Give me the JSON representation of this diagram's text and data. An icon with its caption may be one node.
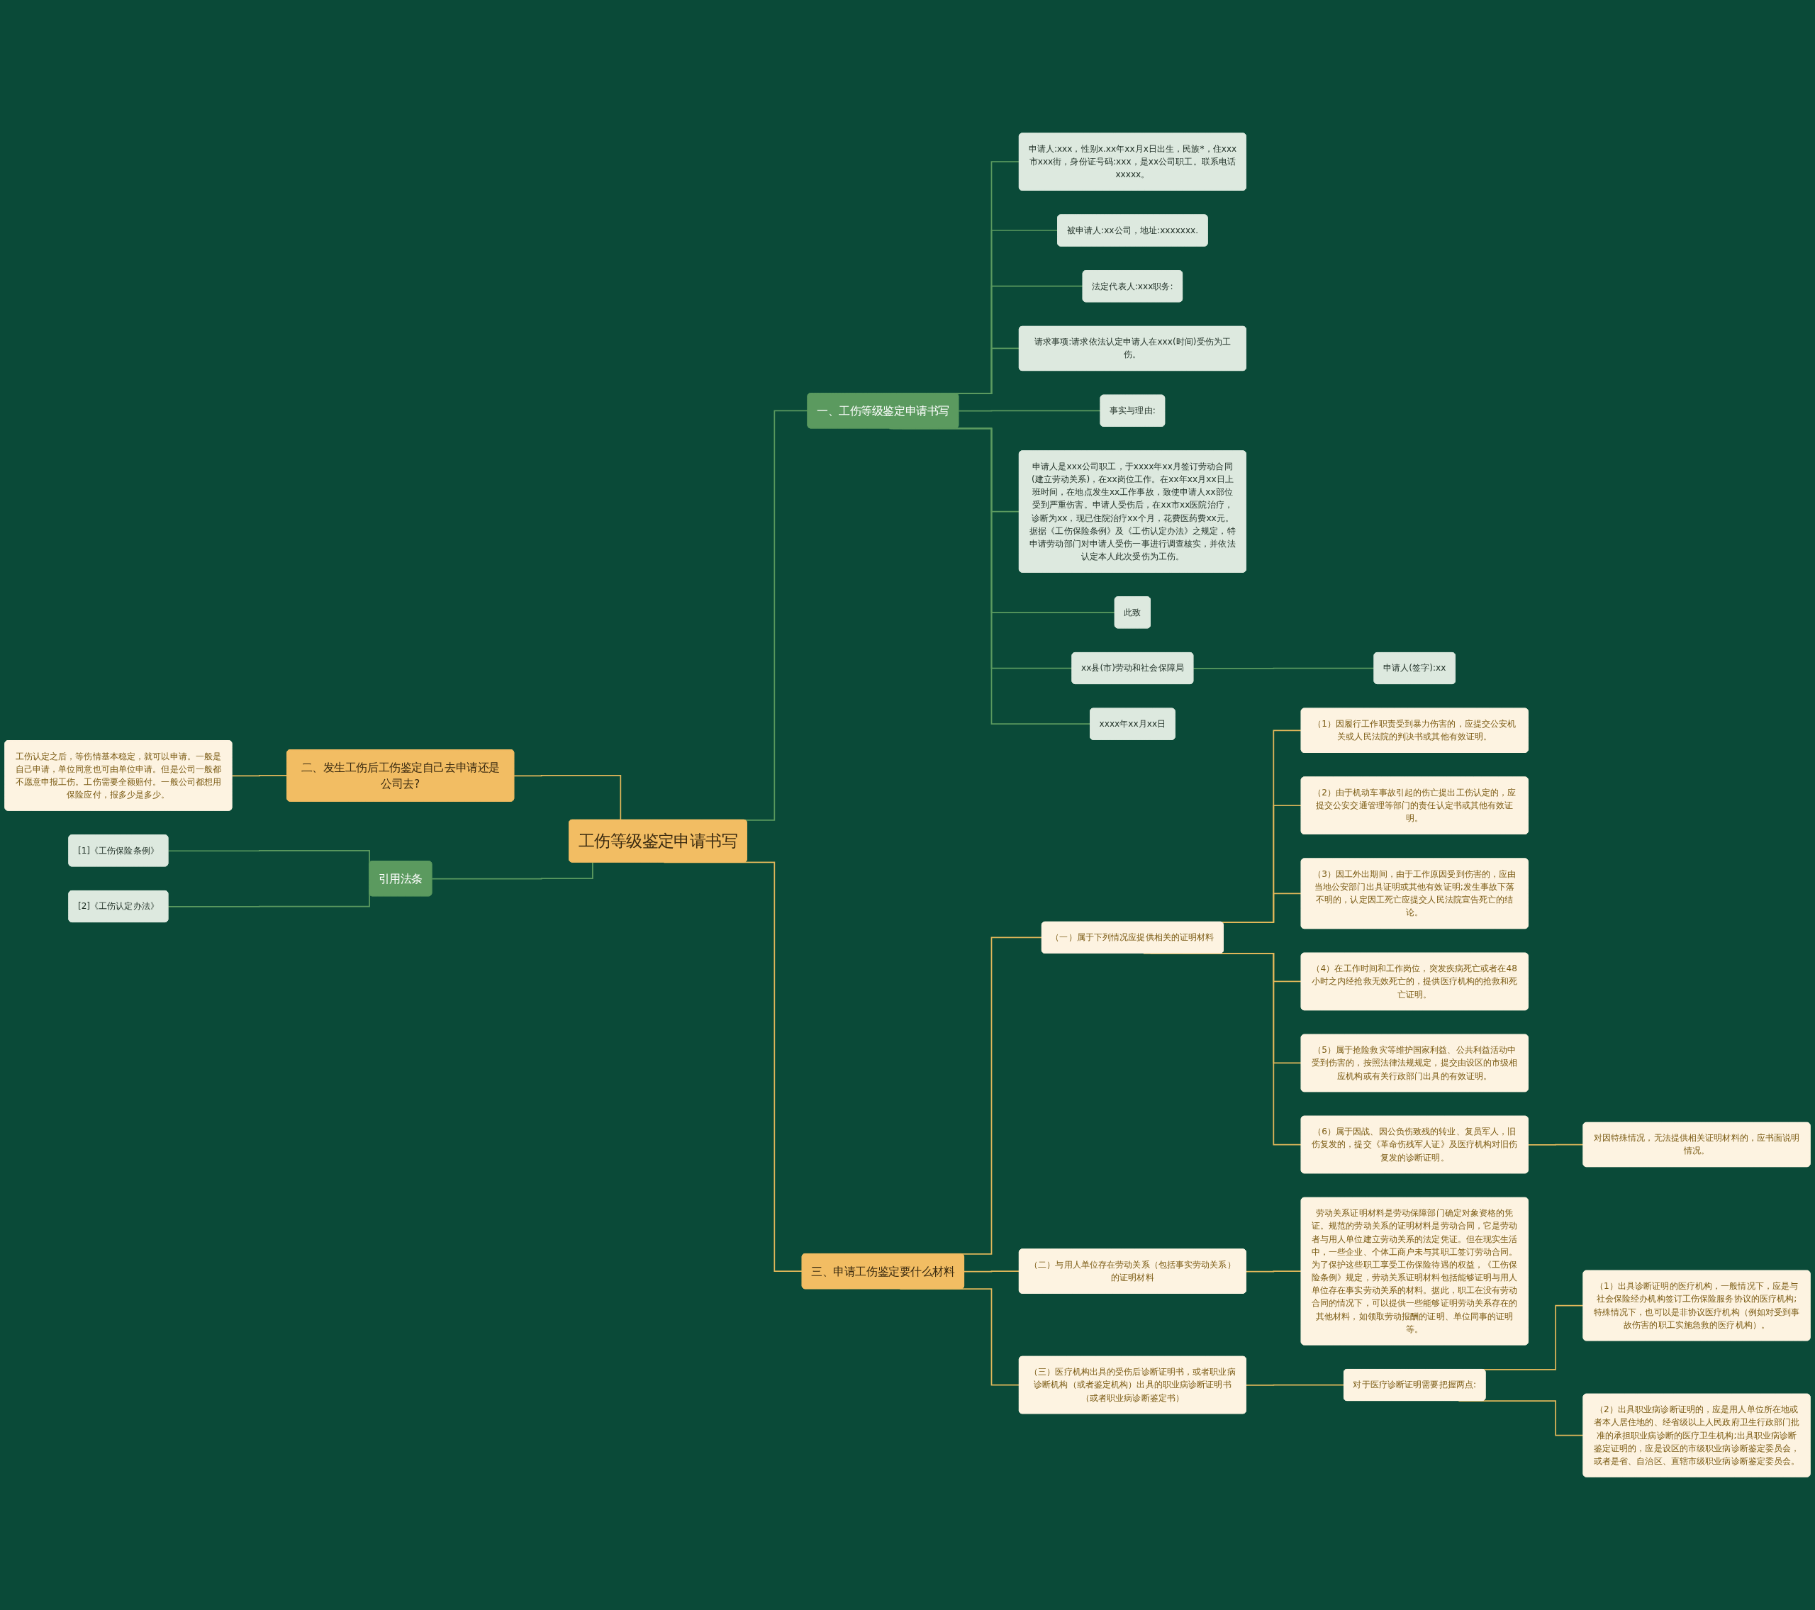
{
  "diagram": {
    "nodes": [
      {
        "text": [
          "工伤等级鉴定申请书写"
        ]
      },
      {
        "text": [
          "一、工伤等级鉴定申请书写"
        ]
      },
      {
        "text": [
          "申请人:xxx，性别x.xx年xx月x日出生，民族*，住xxx市xxx街，身份证号码:xxx，是xx公司职工。联系电话xxxxx。"
        ]
      },
      {
        "text": [
          "被申请人:xx公司，地址:xxxxxxx."
        ]
      },
      {
        "text": [
          "法定代表人:xxx职务:"
        ]
      },
      {
        "text": [
          "请求事项:请求依法认定申请人在xxx(时间)受伤为工伤。"
        ]
      },
      {
        "text": [
          "事实与理由:"
        ]
      },
      {
        "text": [
          "申请人是xxx公司职工，于xxxx年xx月签订劳动合同(建立劳动关系)，在xx岗位工作。在xx年xx月xx日上班时间，在地点发生xx工作事故，致使申请人xx部位受到严重伤害。申请人受伤后，在xx市xx医院治疗，诊断为xx，现已住院治疗xx个月，花费医药费xx元。据据《工伤保险条例》及《工伤认定办法》之规定，特申请劳动部门对申请人受伤一事进行调查核实，并依法认定本人此次受伤为工伤。"
        ]
      },
      {
        "text": [
          "此致"
        ]
      },
      {
        "text": [
          "xx县(市)劳动和社会保障局"
        ]
      },
      {
        "text": [
          "申请人(签字):xx"
        ]
      },
      {
        "text": [
          "xxxx年xx月xx日"
        ]
      },
      {
        "text": [
          "二、发生工伤后工伤鉴定自己去申请还是公司去?"
        ]
      },
      {
        "text": [
          "工伤认定之后，等伤情基本稳定，就可以申请。一般是自己申请，单位同意也可由单位申请。但是公司一般都不愿意申报工伤。工伤需要全额赔付。一般公司都想用保险应付，报多少是多少。"
        ]
      },
      {
        "text": [
          "引用法条"
        ]
      },
      {
        "text": [
          "[1]《工伤保险条例》"
        ]
      },
      {
        "text": [
          "[2]《工伤认定办法》"
        ]
      },
      {
        "text": [
          "三、申请工伤鉴定要什么材料"
        ]
      },
      {
        "text": [
          "（一）属于下列情况应提供相关的证明材料"
        ]
      },
      {
        "text": [
          "（1）因履行工作职责受到暴力伤害的，应提交公安机关或人民法院的判决书或其他有效证明。"
        ]
      },
      {
        "text": [
          "（2）由于机动车事故引起的伤亡提出工伤认定的，应提交公安交通管理等部门的责任认定书或其他有效证明。"
        ]
      },
      {
        "text": [
          "（3）因工外出期间，由于工作原因受到伤害的，应由当地公安部门出具证明或其他有效证明;发生事故下落不明的，认定因工死亡应提交人民法院宣告死亡的结论。"
        ]
      },
      {
        "text": [
          "（4）在工作时间和工作岗位，突发疾病死亡或者在48小时之内经抢救无效死亡的，提供医疗机构的抢救和死亡证明。"
        ]
      },
      {
        "text": [
          "（5）属于抢险救灾等维护国家利益、公共利益活动中受到伤害的，按照法律法规规定，提交由设区的市级相应机构或有关行政部门出具的有效证明。"
        ]
      },
      {
        "text": [
          "（6）属于因战、因公负伤致残的转业、复员军人，旧伤复发的，提交《革命伤残军人证》及医疗机构对旧伤复发的诊断证明。"
        ]
      },
      {
        "text": [
          "对因特殊情况，无法提供相关证明材料的，应书面说明情况。"
        ]
      },
      {
        "text": [
          "（二）与用人单位存在劳动关系（包括事实劳动关系）的证明材料"
        ]
      },
      {
        "text": [
          "劳动关系证明材料是劳动保障部门确定对象资格的凭证。规范的劳动关系的证明材料是劳动合同，它是劳动者与用人单位建立劳动关系的法定凭证。但在现实生活中，一些企业、个体工商户未与其职工签订劳动合同。为了保护这些职工享受工伤保险待遇的权益，《工伤保险条例》规定，劳动关系证明材料包括能够证明与用人单位存在事实劳动关系的材料。据此，职工在没有劳动合同的情况下，可以提供一些能够证明劳动关系存在的其他材料，如领取劳动报酬的证明、单位同事的证明等。"
        ]
      },
      {
        "text": [
          "（三）医疗机构出具的受伤后诊断证明书，或者职业病诊断机构（或者鉴定机构）出具的职业病诊断证明书（或者职业病诊断鉴定书）"
        ]
      },
      {
        "text": [
          "对于医疗诊断证明需要把握两点:"
        ]
      },
      {
        "text": [
          "（1）出具诊断证明的医疗机构，一般情况下，应是与社会保险经办机构签订工伤保险服务协议的医疗机构;特殊情况下，也可以是非协议医疗机构（例如对受到事故伤害的职工实施急救的医疗机构）。"
        ]
      },
      {
        "text": [
          "（2）出具职业病诊断证明的，应是用人单位所在地或者本人居住地的、经省级以上人民政府卫生行政部门批准的承担职业病诊断的医疗卫生机构;出具职业病诊断鉴定证明的，应是设区的市级职业病诊断鉴定委员会，或者是省、自治区、直辖市级职业病诊断鉴定委员会。"
        ]
      }
    ],
    "edges": [
      {
        "from": 0,
        "to": 1,
        "arrow": "none",
        "color": "#5b9a5f"
      },
      {
        "from": 1,
        "to": 2,
        "arrow": "none",
        "color": "#5b9a5f"
      },
      {
        "from": 1,
        "to": 3,
        "arrow": "none",
        "color": "#5b9a5f"
      },
      {
        "from": 1,
        "to": 4,
        "arrow": "none",
        "color": "#5b9a5f"
      },
      {
        "from": 1,
        "to": 5,
        "arrow": "none",
        "color": "#5b9a5f"
      },
      {
        "from": 1,
        "to": 6,
        "arrow": "none",
        "color": "#5b9a5f"
      },
      {
        "from": 1,
        "to": 7,
        "arrow": "none",
        "color": "#5b9a5f"
      },
      {
        "from": 1,
        "to": 8,
        "arrow": "none",
        "color": "#5b9a5f"
      },
      {
        "from": 1,
        "to": 9,
        "arrow": "none",
        "color": "#5b9a5f"
      },
      {
        "from": 9,
        "to": 10,
        "arrow": "none",
        "color": "#5b9a5f"
      },
      {
        "from": 1,
        "to": 11,
        "arrow": "none",
        "color": "#5b9a5f"
      },
      {
        "from": 0,
        "to": 12,
        "arrow": "none"
      },
      {
        "from": 12,
        "to": 13,
        "arrow": "none"
      },
      {
        "from": 0,
        "to": 14,
        "arrow": "none",
        "color": "#5b9a5f"
      },
      {
        "from": 14,
        "to": 15,
        "arrow": "none",
        "color": "#5b9a5f"
      },
      {
        "from": 14,
        "to": 16,
        "arrow": "none",
        "color": "#5b9a5f"
      },
      {
        "from": 0,
        "to": 17,
        "arrow": "none"
      },
      {
        "from": 17,
        "to": 18,
        "arrow": "none"
      },
      {
        "from": 18,
        "to": 19,
        "arrow": "none"
      },
      {
        "from": 18,
        "to": 20,
        "arrow": "none"
      },
      {
        "from": 18,
        "to": 21,
        "arrow": "none"
      },
      {
        "from": 18,
        "to": 22,
        "arrow": "none"
      },
      {
        "from": 18,
        "to": 23,
        "arrow": "none"
      },
      {
        "from": 18,
        "to": 24,
        "arrow": "none"
      },
      {
        "from": 24,
        "to": 25,
        "arrow": "none"
      },
      {
        "from": 17,
        "to": 26,
        "arrow": "none"
      },
      {
        "from": 26,
        "to": 27,
        "arrow": "none"
      },
      {
        "from": 17,
        "to": 28,
        "arrow": "none"
      },
      {
        "from": 28,
        "to": 29,
        "arrow": "none"
      },
      {
        "from": 29,
        "to": 30,
        "arrow": "none"
      },
      {
        "from": 29,
        "to": 31,
        "arrow": "none"
      }
    ]
  }
}
